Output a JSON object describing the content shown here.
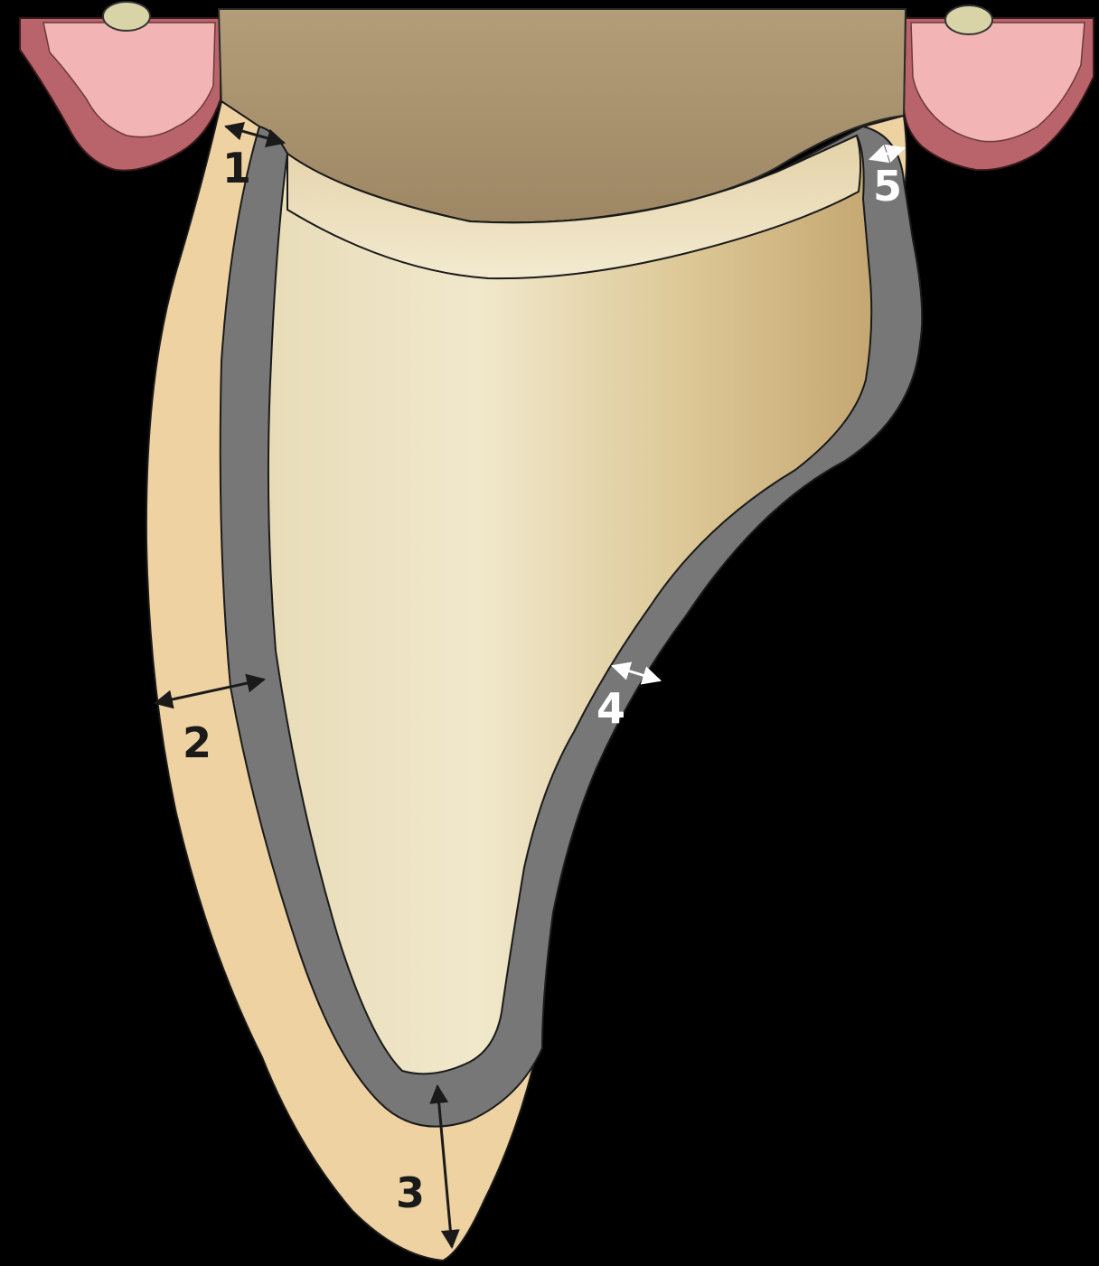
{
  "labels": {
    "m1": "1",
    "m2": "2",
    "m3": "3",
    "m4": "4",
    "m5": "5"
  },
  "colors": {
    "background": "#000000",
    "gingiva": "#b9646a",
    "gingiva_inner": "#f2b4b4",
    "implant_post": "#a8926e",
    "outer_layer": "#efd2a2",
    "gray_layer": "#777777",
    "crown_body": "#e6d6ab",
    "cervical_band": "#ece0bd",
    "dark_label": "#1a1a1a",
    "light_label": "#ffffff"
  }
}
